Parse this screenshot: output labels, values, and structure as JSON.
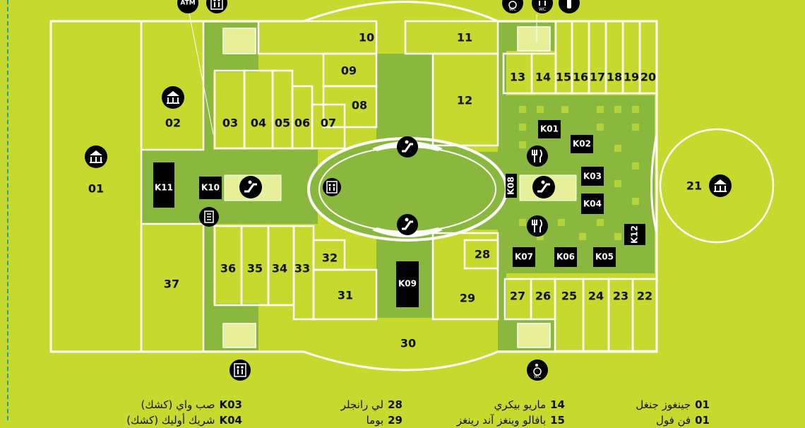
{
  "map": {
    "units": {
      "u01": "01",
      "u02": "02",
      "u03": "03",
      "u04": "04",
      "u05": "05",
      "u06": "06",
      "u07": "07",
      "u08": "08",
      "u09": "09",
      "u10": "10",
      "u11": "11",
      "u12": "12",
      "u13": "13",
      "u14": "14",
      "u15": "15",
      "u16": "16",
      "u17": "17",
      "u18": "18",
      "u19": "19",
      "u20": "20",
      "u21": "21",
      "u22": "22",
      "u23": "23",
      "u24": "24",
      "u25": "25",
      "u26": "26",
      "u27": "27",
      "u28": "28",
      "u29": "29",
      "u30": "30",
      "u31": "31",
      "u32": "32",
      "u33": "33",
      "u34": "34",
      "u35": "35",
      "u36": "36",
      "u37": "37"
    },
    "kiosks": {
      "k01": "K01",
      "k02": "K02",
      "k03": "K03",
      "k04": "K04",
      "k05": "K05",
      "k06": "K06",
      "k07": "K07",
      "k08": "K08",
      "k09": "K09",
      "k10": "K10",
      "k11": "K11",
      "k12": "K12"
    },
    "icons": {
      "atm_label": "ATM",
      "wc_label": "WC",
      "escalator": "escalator-icon",
      "elevator": "elevator-icon",
      "carousel": "carousel-icon",
      "restaurant": "fork-knife-icon",
      "vending": "vending-machine-icon"
    },
    "colors": {
      "background": "#c5d92f",
      "corridor": "#8ab83f",
      "walls": "#ffffff",
      "kiosk": "#000000"
    }
  },
  "legend": {
    "col1": [
      {
        "code": "01",
        "name": "جينغوز جنغل"
      },
      {
        "code": "01",
        "name": "فن فول"
      }
    ],
    "col2": [
      {
        "code": "14",
        "name": "ماريو بيكري"
      },
      {
        "code": "15",
        "name": "بافالو وينغز آند رينغز"
      }
    ],
    "col3": [
      {
        "code": "28",
        "name": "لي رانجلر"
      },
      {
        "code": "29",
        "name": "بوما"
      }
    ],
    "col4": [
      {
        "code": "K03",
        "name": "صب واي (كشك)"
      },
      {
        "code": "K04",
        "name": "شريك أوليك (كشك)"
      }
    ]
  }
}
